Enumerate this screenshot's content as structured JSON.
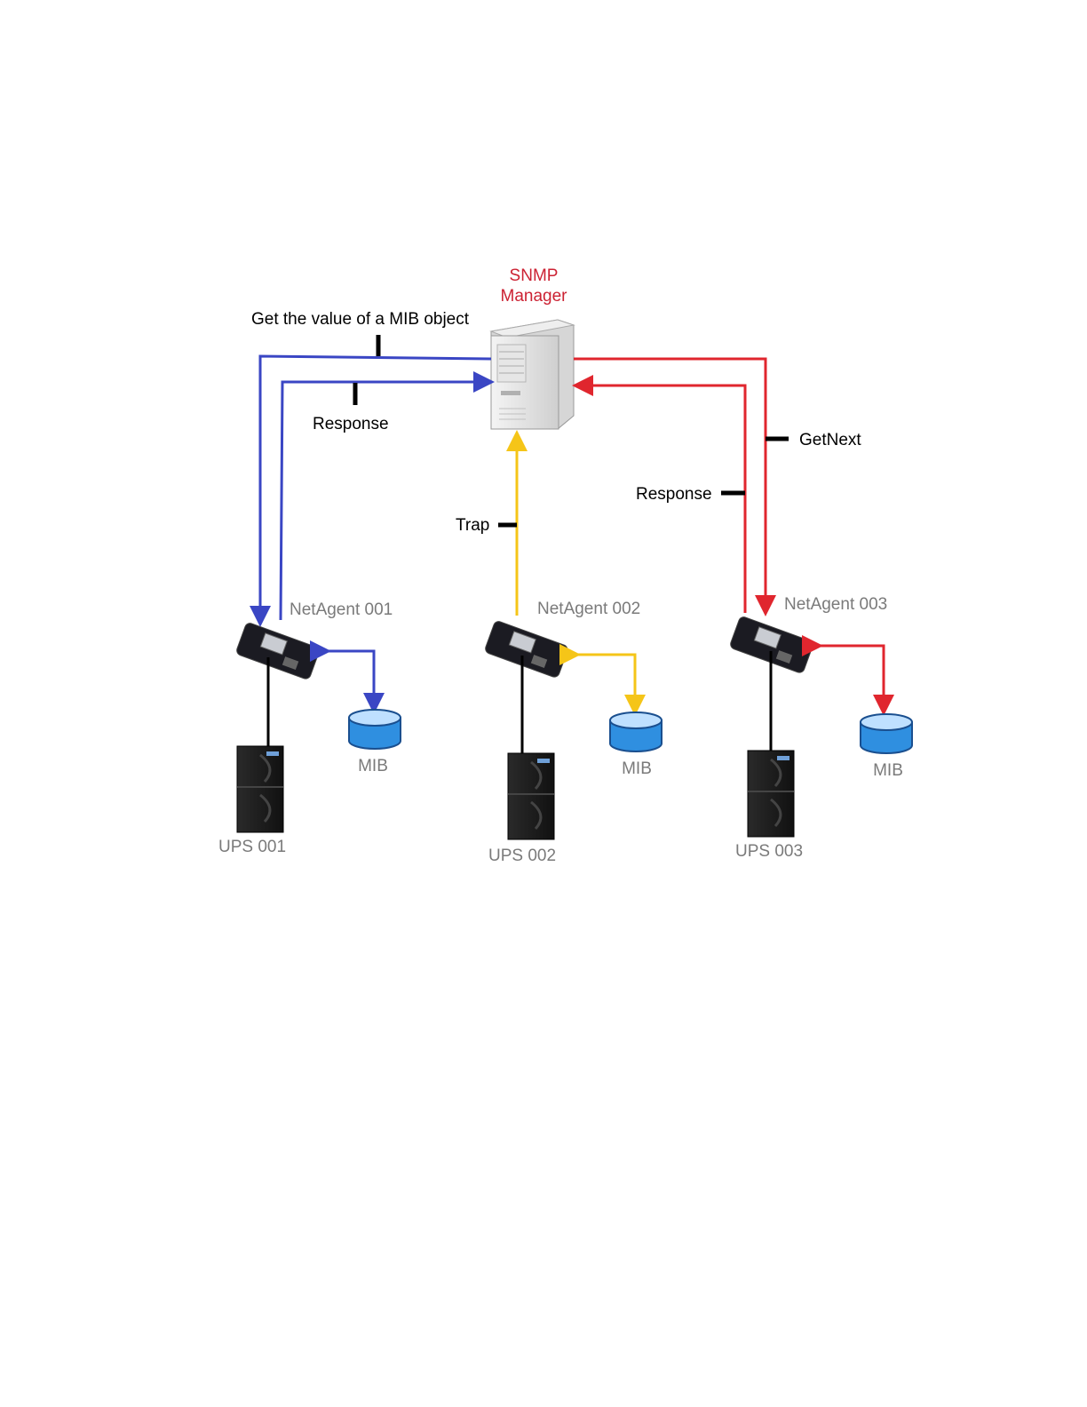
{
  "manager": {
    "title_line1": "SNMP",
    "title_line2": "Manager",
    "title_color": "#cc2233"
  },
  "messages": {
    "get_value": "Get the value of a MIB object",
    "response_left": "Response",
    "trap": "Trap",
    "getnext": "GetNext",
    "response_right": "Response"
  },
  "agents": [
    {
      "name": "NetAgent 001",
      "ups": "UPS 001",
      "mib": "MIB"
    },
    {
      "name": "NetAgent 002",
      "ups": "UPS 002",
      "mib": "MIB"
    },
    {
      "name": "NetAgent 003",
      "ups": "UPS 003",
      "mib": "MIB"
    }
  ],
  "colors": {
    "blue_link": "#3a46c4",
    "yellow_link": "#f5c518",
    "red_link": "#e0262e",
    "mib_fill": "#2f8fe0"
  }
}
